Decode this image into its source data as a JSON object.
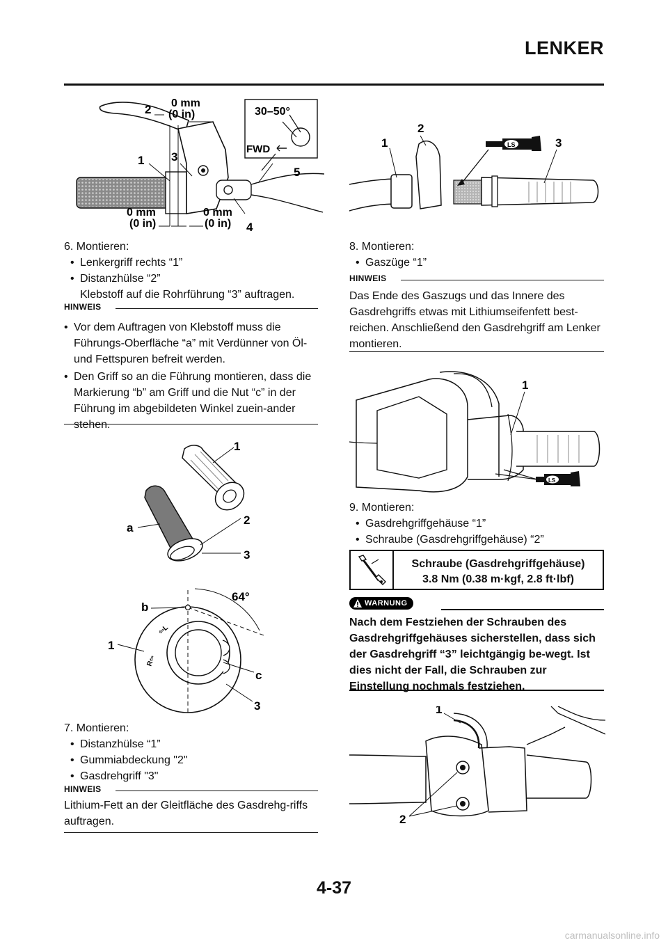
{
  "header": {
    "title": "LENKER",
    "page_number": "4-37"
  },
  "watermark": "carmanualsonline.info",
  "fig1": {
    "labels": [
      "1",
      "2",
      "3",
      "4",
      "5"
    ],
    "dim_top_mm": "0 mm",
    "dim_top_in": "(0 in)",
    "dim_bl_mm": "0 mm",
    "dim_bl_in": "(0 in)",
    "dim_br_mm": "0 mm",
    "dim_br_in": "(0 in)",
    "angle": "30–50°",
    "fwd": "FWD"
  },
  "fig2": {
    "labels": [
      "1",
      "2",
      "3",
      "a"
    ]
  },
  "fig3": {
    "labels": [
      "1",
      "3",
      "b",
      "c"
    ],
    "angle": "64°"
  },
  "fig4": {
    "labels": [
      "1",
      "2",
      "3"
    ],
    "ls": "LS"
  },
  "fig5": {
    "labels": [
      "1"
    ],
    "ls": "LS"
  },
  "fig6": {
    "labels": [
      "1",
      "2"
    ]
  },
  "step6": {
    "heading": "6.  Montieren:",
    "bullets": [
      "Lenkergriff rechts “1”",
      "Distanzhülse “2”"
    ],
    "sub": "Klebstoff auf die Rohrführung “3” auftragen.",
    "hinweis": "HINWEIS",
    "notes": [
      "Vor dem Auftragen von Klebstoff muss die Führungs-Oberfläche “a” mit Verdünner von Öl- und Fettspuren befreit werden.",
      "Den Griff so an die Führung montieren, dass die Markierung “b” am Griff und die Nut “c” in der Führung im abgebildeten Winkel zuein-ander stehen."
    ]
  },
  "step7": {
    "heading": "7.  Montieren:",
    "bullets": [
      "Distanzhülse “1”",
      "Gummiabdeckung \"2\"",
      "Gasdrehgriff \"3\""
    ],
    "hinweis": "HINWEIS",
    "note": "Lithium-Fett an der Gleitfläche des Gasdrehg-riffs auftragen."
  },
  "step8": {
    "heading": "8.  Montieren:",
    "bullets": [
      "Gaszüge “1”"
    ],
    "hinweis": "HINWEIS",
    "note": "Das Ende des Gaszugs und das Innere des Gasdrehgriffs etwas mit Lithiumseifenfett best-reichen. Anschließend den Gasdrehgriff am Lenker montieren."
  },
  "step9": {
    "heading": "9.  Montieren:",
    "bullets": [
      "Gasdrehgriffgehäuse “1”",
      "Schraube (Gasdrehgriffgehäuse) “2”"
    ],
    "torque_title": "Schraube (Gasdrehgriffgehäuse)",
    "torque_value": "3.8 Nm (0.38 m·kgf, 2.8 ft·lbf)",
    "warning_label": "WARNUNG",
    "warning_text": "Nach dem Festziehen der Schrauben des Gasdrehgriffgehäuses sicherstellen, dass sich der Gasdrehgriff “3” leichtgängig be-wegt. Ist dies nicht der Fall, die Schrauben zur Einstellung nochmals festziehen."
  }
}
